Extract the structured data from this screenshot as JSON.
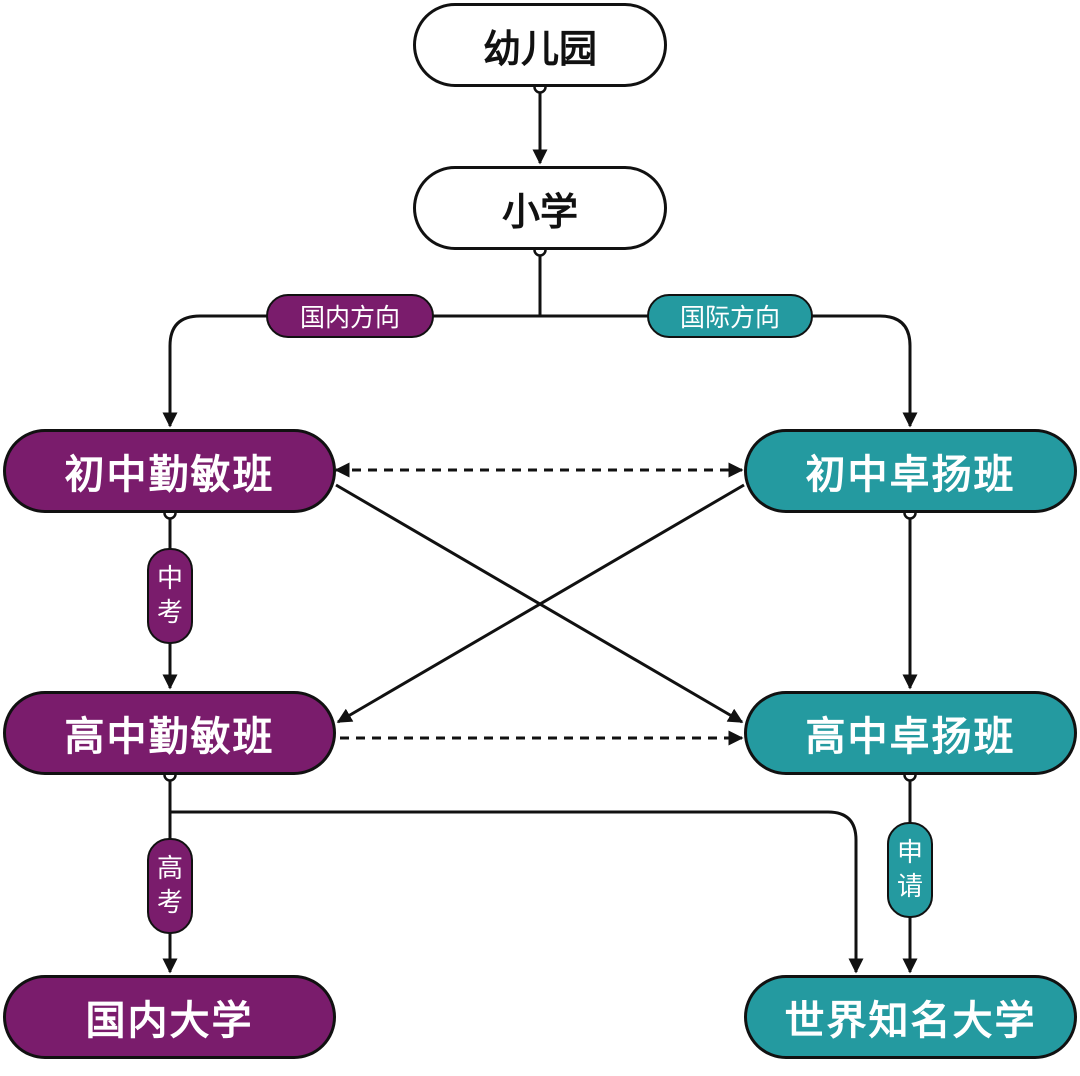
{
  "nodes": {
    "kindergarten": "幼儿园",
    "primary": "小学",
    "junior_domestic": "初中勤敏班",
    "junior_international": "初中卓扬班",
    "senior_domestic": "高中勤敏班",
    "senior_international": "高中卓扬班",
    "domestic_university": "国内大学",
    "world_university": "世界知名大学"
  },
  "labels": {
    "domestic_direction": "国内方向",
    "international_direction": "国际方向",
    "zhongkao": [
      "中",
      "考"
    ],
    "gaokao": [
      "高",
      "考"
    ],
    "apply": [
      "申",
      "请"
    ]
  },
  "colors": {
    "purple": "#7a1c6c",
    "teal": "#249aa0",
    "line": "#111111"
  }
}
